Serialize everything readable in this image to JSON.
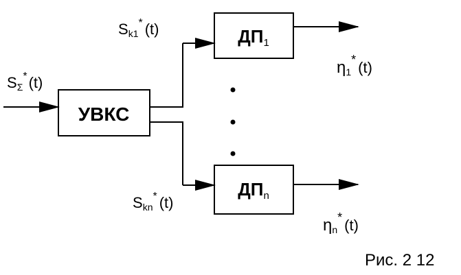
{
  "diagram": {
    "blocks": {
      "uvks": "УВКС",
      "dp1": {
        "base": "ДП",
        "sub": "1"
      },
      "dpn": {
        "base": "ДП",
        "sub": "n"
      }
    },
    "signals": {
      "input": {
        "base": "S",
        "sub": "Σ",
        "sup": "*",
        "arg": "(t)"
      },
      "sk1": {
        "base": "S",
        "sub": "k1",
        "sup": "*",
        "arg": "(t)"
      },
      "skn": {
        "base": "S",
        "sub": "kn",
        "sup": "*",
        "arg": "(t)"
      },
      "eta1": {
        "base": "η",
        "sub": "1",
        "sup": "*",
        "arg": "(t)"
      },
      "etan": {
        "base": "η",
        "sub": "n",
        "sup": "*",
        "arg": "(t)"
      }
    },
    "caption": "Рис. 2 12"
  }
}
